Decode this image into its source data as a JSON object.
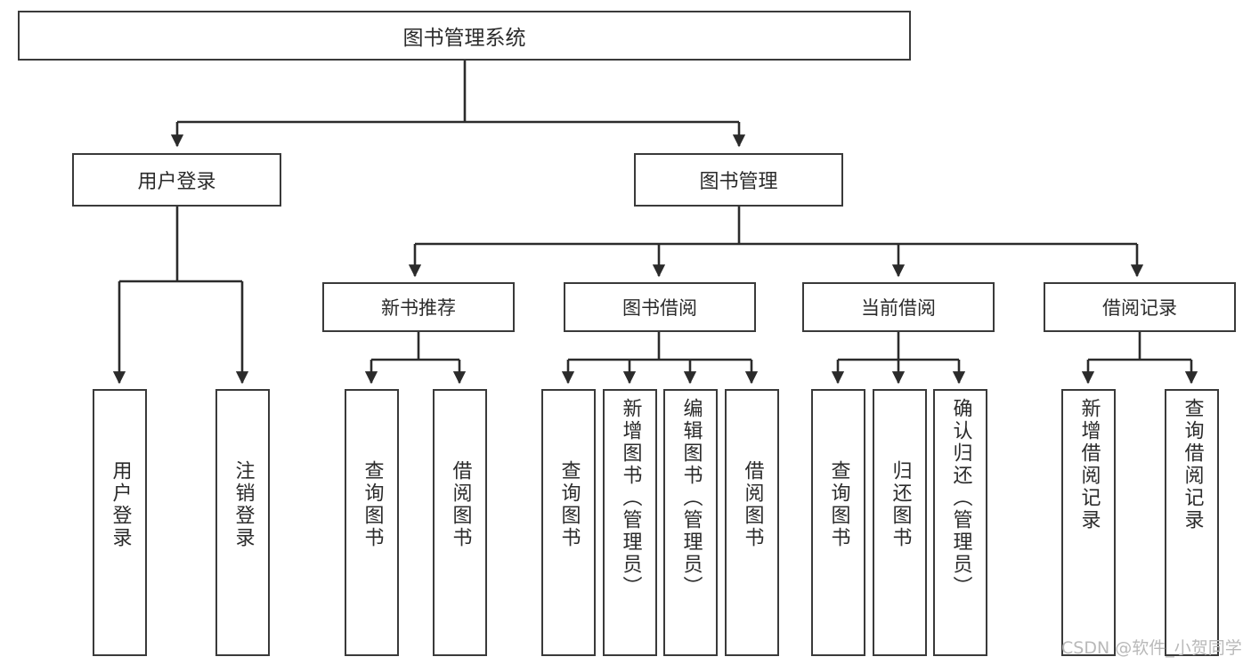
{
  "diagram": {
    "title": "图书管理系统",
    "type": "functional-structure-tree",
    "root": {
      "label": "图书管理系统"
    },
    "level2": [
      {
        "id": "user-login",
        "label": "用户登录"
      },
      {
        "id": "book-management",
        "label": "图书管理"
      }
    ],
    "level3": [
      {
        "id": "new-book-recommend",
        "label": "新书推荐"
      },
      {
        "id": "book-borrow",
        "label": "图书借阅"
      },
      {
        "id": "current-borrow",
        "label": "当前借阅"
      },
      {
        "id": "borrow-record",
        "label": "借阅记录"
      }
    ],
    "leaves": {
      "user_login": [
        {
          "id": "leaf-user-login",
          "label": "用户登录"
        },
        {
          "id": "leaf-logout-login",
          "label": "注销登录"
        }
      ],
      "new_book_recommend": [
        {
          "id": "leaf-query-book-1",
          "label": "查询图书"
        },
        {
          "id": "leaf-borrow-book-1",
          "label": "借阅图书"
        }
      ],
      "book_borrow": [
        {
          "id": "leaf-query-book-2",
          "label": "查询图书"
        },
        {
          "id": "leaf-add-book",
          "label": "新增图书（管理员）"
        },
        {
          "id": "leaf-edit-book",
          "label": "编辑图书（管理员）"
        },
        {
          "id": "leaf-borrow-book-2",
          "label": "借阅图书"
        }
      ],
      "current_borrow": [
        {
          "id": "leaf-query-book-3",
          "label": "查询图书"
        },
        {
          "id": "leaf-return-book",
          "label": "归还图书"
        },
        {
          "id": "leaf-confirm-return",
          "label": "确认归还（管理员）"
        }
      ],
      "borrow_record": [
        {
          "id": "leaf-add-borrow-record",
          "label": "新增借阅记录"
        },
        {
          "id": "leaf-query-borrow-record",
          "label": "查询借阅记录"
        }
      ]
    }
  },
  "watermark": {
    "text": "CSDN @软件_小贺同学"
  },
  "colors": {
    "border": "#3a3a3a",
    "text": "#2b2b2b",
    "background": "#ffffff",
    "watermark": "#b9b9b9"
  }
}
